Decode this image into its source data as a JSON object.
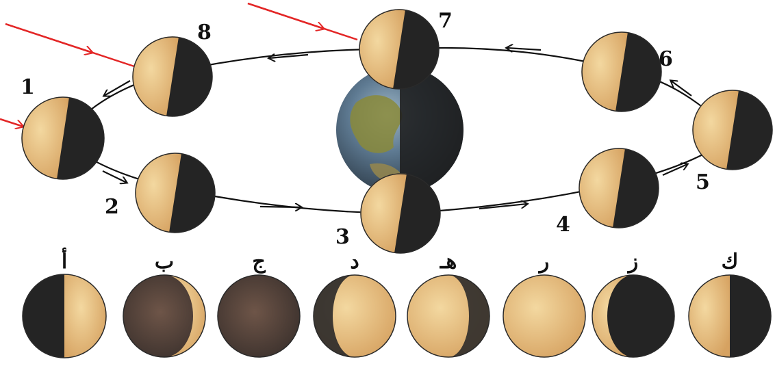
{
  "orbit_positions": [
    {
      "label": "1"
    },
    {
      "label": "2"
    },
    {
      "label": "3"
    },
    {
      "label": "4"
    },
    {
      "label": "5"
    },
    {
      "label": "6"
    },
    {
      "label": "7"
    },
    {
      "label": "8"
    }
  ],
  "phase_options": [
    {
      "label": "أ"
    },
    {
      "label": "ب"
    },
    {
      "label": "ج"
    },
    {
      "label": "د"
    },
    {
      "label": "هـ"
    },
    {
      "label": "ر"
    },
    {
      "label": "ز"
    },
    {
      "label": "ك"
    }
  ],
  "colors": {
    "moon_lit": "#e3b878",
    "moon_dark": "#242424",
    "orbit_line": "#111111",
    "sun_rays": "#e32626",
    "earth_ocean": "#5e7a92",
    "earth_land": "#8a8a3a"
  }
}
